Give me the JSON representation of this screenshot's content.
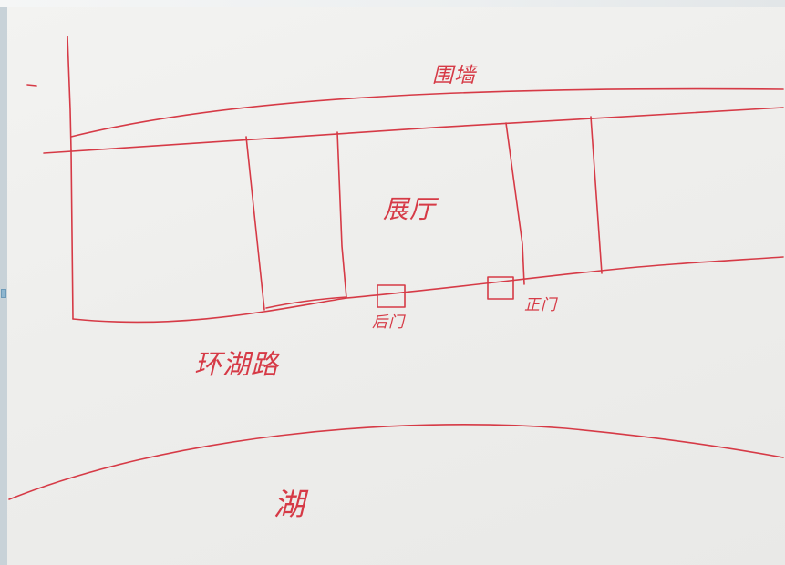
{
  "sketch": {
    "labels": {
      "enclosure_wall": "围墙",
      "hall": "展厅",
      "gate_left": "后门",
      "gate_right": "正门",
      "road": "环湖路",
      "lake": "湖"
    },
    "colors": {
      "ink": "#d63a46",
      "paper": "#eeeeec",
      "frame": "#c8d2d8"
    }
  }
}
